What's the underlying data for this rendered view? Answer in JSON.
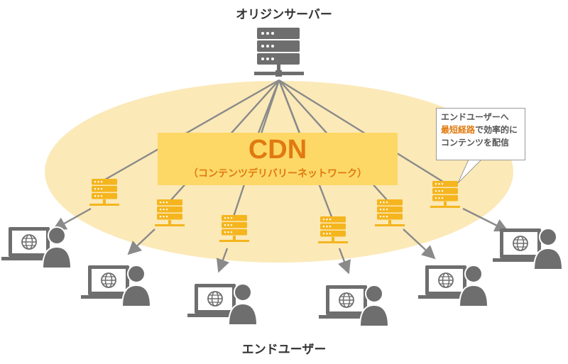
{
  "origin_server": {
    "title": "オリジンサーバー"
  },
  "cdn": {
    "name": "CDN",
    "subtitle": "（コンテンツデリバリーネットワーク）"
  },
  "callout": {
    "line1": "エンドユーザーへ",
    "line2_highlight": "最短経路",
    "line2_rest": "で効率的に",
    "line3": "コンテンツを配信"
  },
  "end_users": {
    "title": "エンドユーザー"
  },
  "colors": {
    "ellipse": "#fbe9b8",
    "cdn_box": "#fdd866",
    "accent": "#e07a10",
    "edge_server": "#f5b51e",
    "gray": "#6e6e6e"
  },
  "icons": {
    "origin": "server-rack-icon",
    "edge": "edge-server-icon",
    "user": "user-with-laptop-globe-icon"
  }
}
